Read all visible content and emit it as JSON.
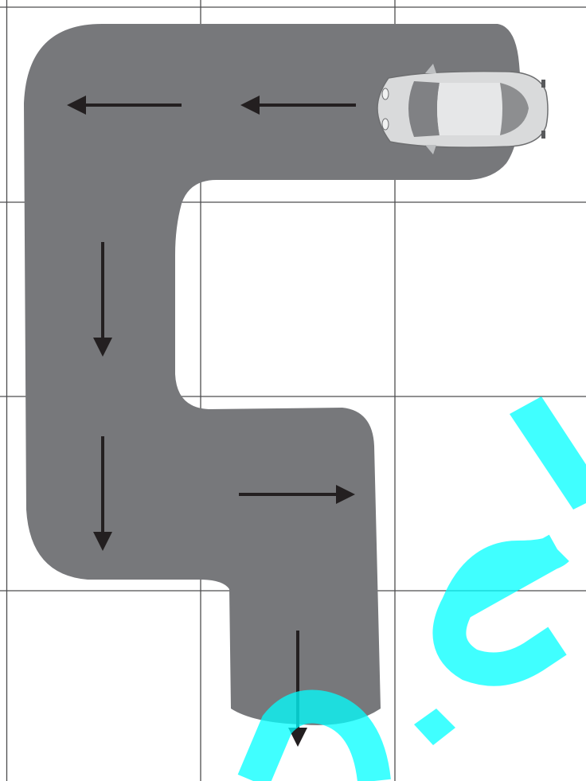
{
  "grid": {
    "rows": 4,
    "cols": 3
  },
  "road": {
    "color": "#77787b"
  },
  "car": {
    "icon": "car-top-view-icon",
    "heading": "left",
    "body_color": "#d9dadb"
  },
  "arrows": {
    "color": "#231f20",
    "items": [
      {
        "id": "arrow-left-1",
        "direction": "left"
      },
      {
        "id": "arrow-left-2",
        "direction": "left"
      },
      {
        "id": "arrow-down-1",
        "direction": "down"
      },
      {
        "id": "arrow-down-2",
        "direction": "down"
      },
      {
        "id": "arrow-right-1",
        "direction": "right"
      },
      {
        "id": "arrow-down-3",
        "direction": "down"
      }
    ]
  },
  "watermark": {
    "color": "#00ffff",
    "text": ""
  }
}
